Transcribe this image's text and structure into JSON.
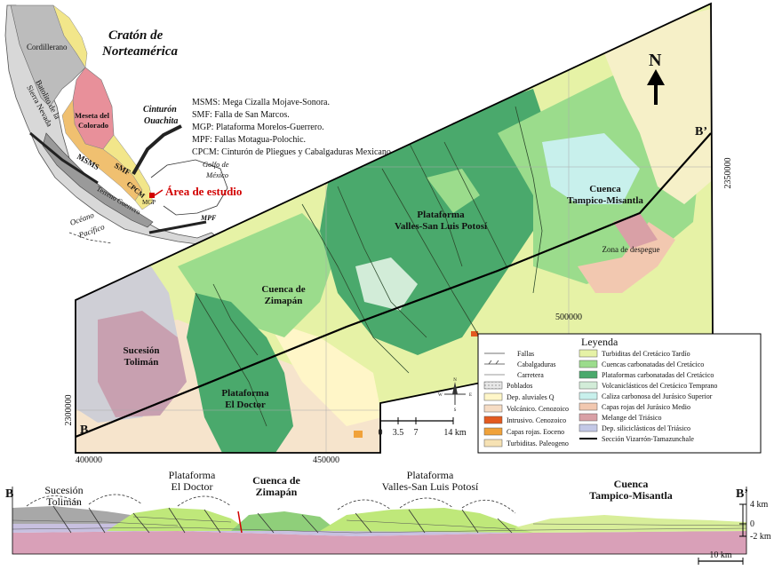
{
  "inset": {
    "craton": [
      "Cratón de",
      "Norteamérica"
    ],
    "regions": {
      "cordillerano": "Cordillerano",
      "batolito": [
        "Batolito de la",
        "Sierra Nevada"
      ],
      "meseta": [
        "Meseta del",
        "Colorado"
      ],
      "ouachita": [
        "Cinturón",
        "Ouachita"
      ],
      "golfo": [
        "Golfo de",
        "México"
      ],
      "oceano": [
        "Océano",
        "Pacífico"
      ],
      "msms": "MSMS",
      "smf": "SMF",
      "cpcm": "CPCM",
      "mgp": "MGP",
      "mpf": "MPF",
      "terrane": "Terreno Guerrero"
    },
    "study_area": "Área de estudio",
    "abbreviations": [
      "MSMS: Mega Cizalla Mojave-Sonora.",
      "SMF: Falla de San Marcos.",
      "MGP: Plataforma Morelos-Guerrero.",
      "MPF: Fallas Motagua-Polochic.",
      "CPCM: Cinturón de Pliegues y Cabalgaduras Mexicano"
    ]
  },
  "map": {
    "north": "N",
    "section_start": "B",
    "section_end": "B’",
    "labels": {
      "tolima": [
        "Sucesión",
        "Tolimán"
      ],
      "zimapan": [
        "Cuenca de",
        "Zimapán"
      ],
      "doctor": [
        "Plataforma",
        "El Doctor"
      ],
      "valles": [
        "Plataforma",
        "Valles-San Luis Potosí"
      ],
      "tampico": [
        "Cuenca",
        "Tampico-Misantla"
      ],
      "despegue": "Zona de despegue"
    },
    "coords": {
      "x": [
        "400000",
        "450000",
        "500000"
      ],
      "y": [
        "2300000",
        "2350000"
      ]
    },
    "scale_labels": [
      "0",
      "3.5",
      "7",
      "14 km"
    ],
    "compass": [
      "N",
      "S",
      "E",
      "W"
    ]
  },
  "legend": {
    "title": "Leyenda",
    "lines": [
      "Fallas",
      "Cabalgaduras",
      "Carretera"
    ],
    "units_left": [
      {
        "label": "Poblados",
        "color": "#dcdcdc"
      },
      {
        "label": "Dep. aluviales Q",
        "color": "#fff6c8"
      },
      {
        "label": "Volcánico. Cenozoico",
        "color": "#f6dcc4"
      },
      {
        "label": "Intrusivo. Cenozoico",
        "color": "#e35a1f"
      },
      {
        "label": "Capas rojas. Eoceno",
        "color": "#f0a23a"
      },
      {
        "label": "Turbiditas. Paleogeno",
        "color": "#f6e2b4"
      }
    ],
    "units_right": [
      {
        "label": "Turbiditas del Cretácico Tardío",
        "color": "#e6f2a6"
      },
      {
        "label": "Cuencas carbonatadas del Cretácico",
        "color": "#9bdc8c"
      },
      {
        "label": "Plataformas carbonatadas del Cretácico",
        "color": "#4aa96c"
      },
      {
        "label": "Volcaniclásticos del Cretácico Temprano",
        "color": "#d2ecd8"
      },
      {
        "label": "Caliza carbonosa del Jurásico Superior",
        "color": "#c8f0ec"
      },
      {
        "label": "Capas rojas del Jurásico Medio",
        "color": "#f2c8b0"
      },
      {
        "label": "Melange del Triásico",
        "color": "#d9a0a6"
      },
      {
        "label": "Dep. siliciclásticos del Triásico",
        "color": "#c3c8e6"
      },
      {
        "label": "Sección Vizarrón-Tamazunchale",
        "color": "#000000"
      }
    ]
  },
  "section": {
    "left": "B",
    "right": "B’",
    "labels": {
      "tolima": [
        "Sucesión",
        "Tolimán"
      ],
      "doctor": [
        "Plataforma",
        "El Doctor"
      ],
      "zimapan": [
        "Cuenca de",
        "Zimapán"
      ],
      "valles": [
        "Plataforma",
        "Valles-San Luis Potosí"
      ],
      "tampico": [
        "Cuenca",
        "Tampico-Misantla"
      ]
    },
    "depth_labels": [
      "4 km",
      "0",
      "-2 km"
    ],
    "scale": "10 km"
  },
  "colors": {
    "platform": "#4aa96c",
    "basin": "#9bdc8c",
    "turbidite": "#e6f2a6",
    "melange": "#d9a0a6",
    "redbeds": "#f2c8b0",
    "tolima": "#c8a0b0",
    "alluvial": "#fff6c8",
    "inset_red": "#e8909a",
    "inset_orange": "#f0c070",
    "inset_yellow": "#f2e68a",
    "study_red": "#d20000"
  }
}
